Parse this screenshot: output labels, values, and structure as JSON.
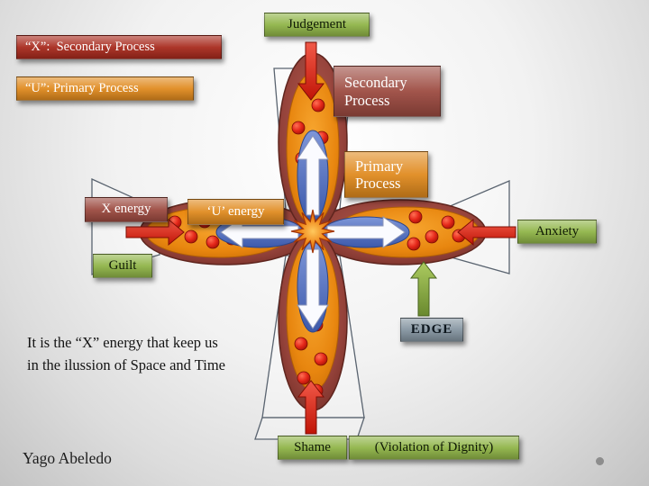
{
  "legend": {
    "x": "“X”:  Secondary Process",
    "u": "“U”: Primary Process"
  },
  "labels": {
    "judgement": "Judgement",
    "secondary_process": "Secondary Process",
    "primary_process": "Primary Process",
    "x_energy": "X energy",
    "u_energy": "‘U’ energy",
    "guilt": "Guilt",
    "anxiety": "Anxiety",
    "edge": "EDGE",
    "shame": "Shame",
    "violation_of_dignity": "(Violation of Dignity)"
  },
  "caption": {
    "line1": "It is the “X” energy that keep us",
    "line2": "in the ilussion of Space and Time"
  },
  "author": "Yago Abeledo",
  "colors": {
    "legend-red": "#a82a1d",
    "maroon": "#9c4a40",
    "orange": "#e08a1e",
    "green": "#8fb447",
    "gray": "#8494a0",
    "red-arrow": "#d92313",
    "blue": "#4a66b8",
    "petal-maroon": "#94423a",
    "petal-orange": "#e8860f"
  }
}
